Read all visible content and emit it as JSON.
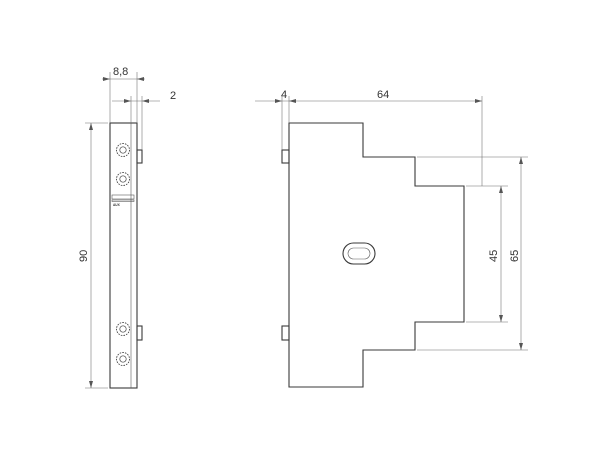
{
  "dimensions": {
    "width_top": "8,8",
    "offset_top": "2",
    "height_left": "90",
    "depth_offset": "4",
    "depth_total": "64",
    "inner_height": "45",
    "outer_height": "65"
  },
  "label_text": "AUX"
}
